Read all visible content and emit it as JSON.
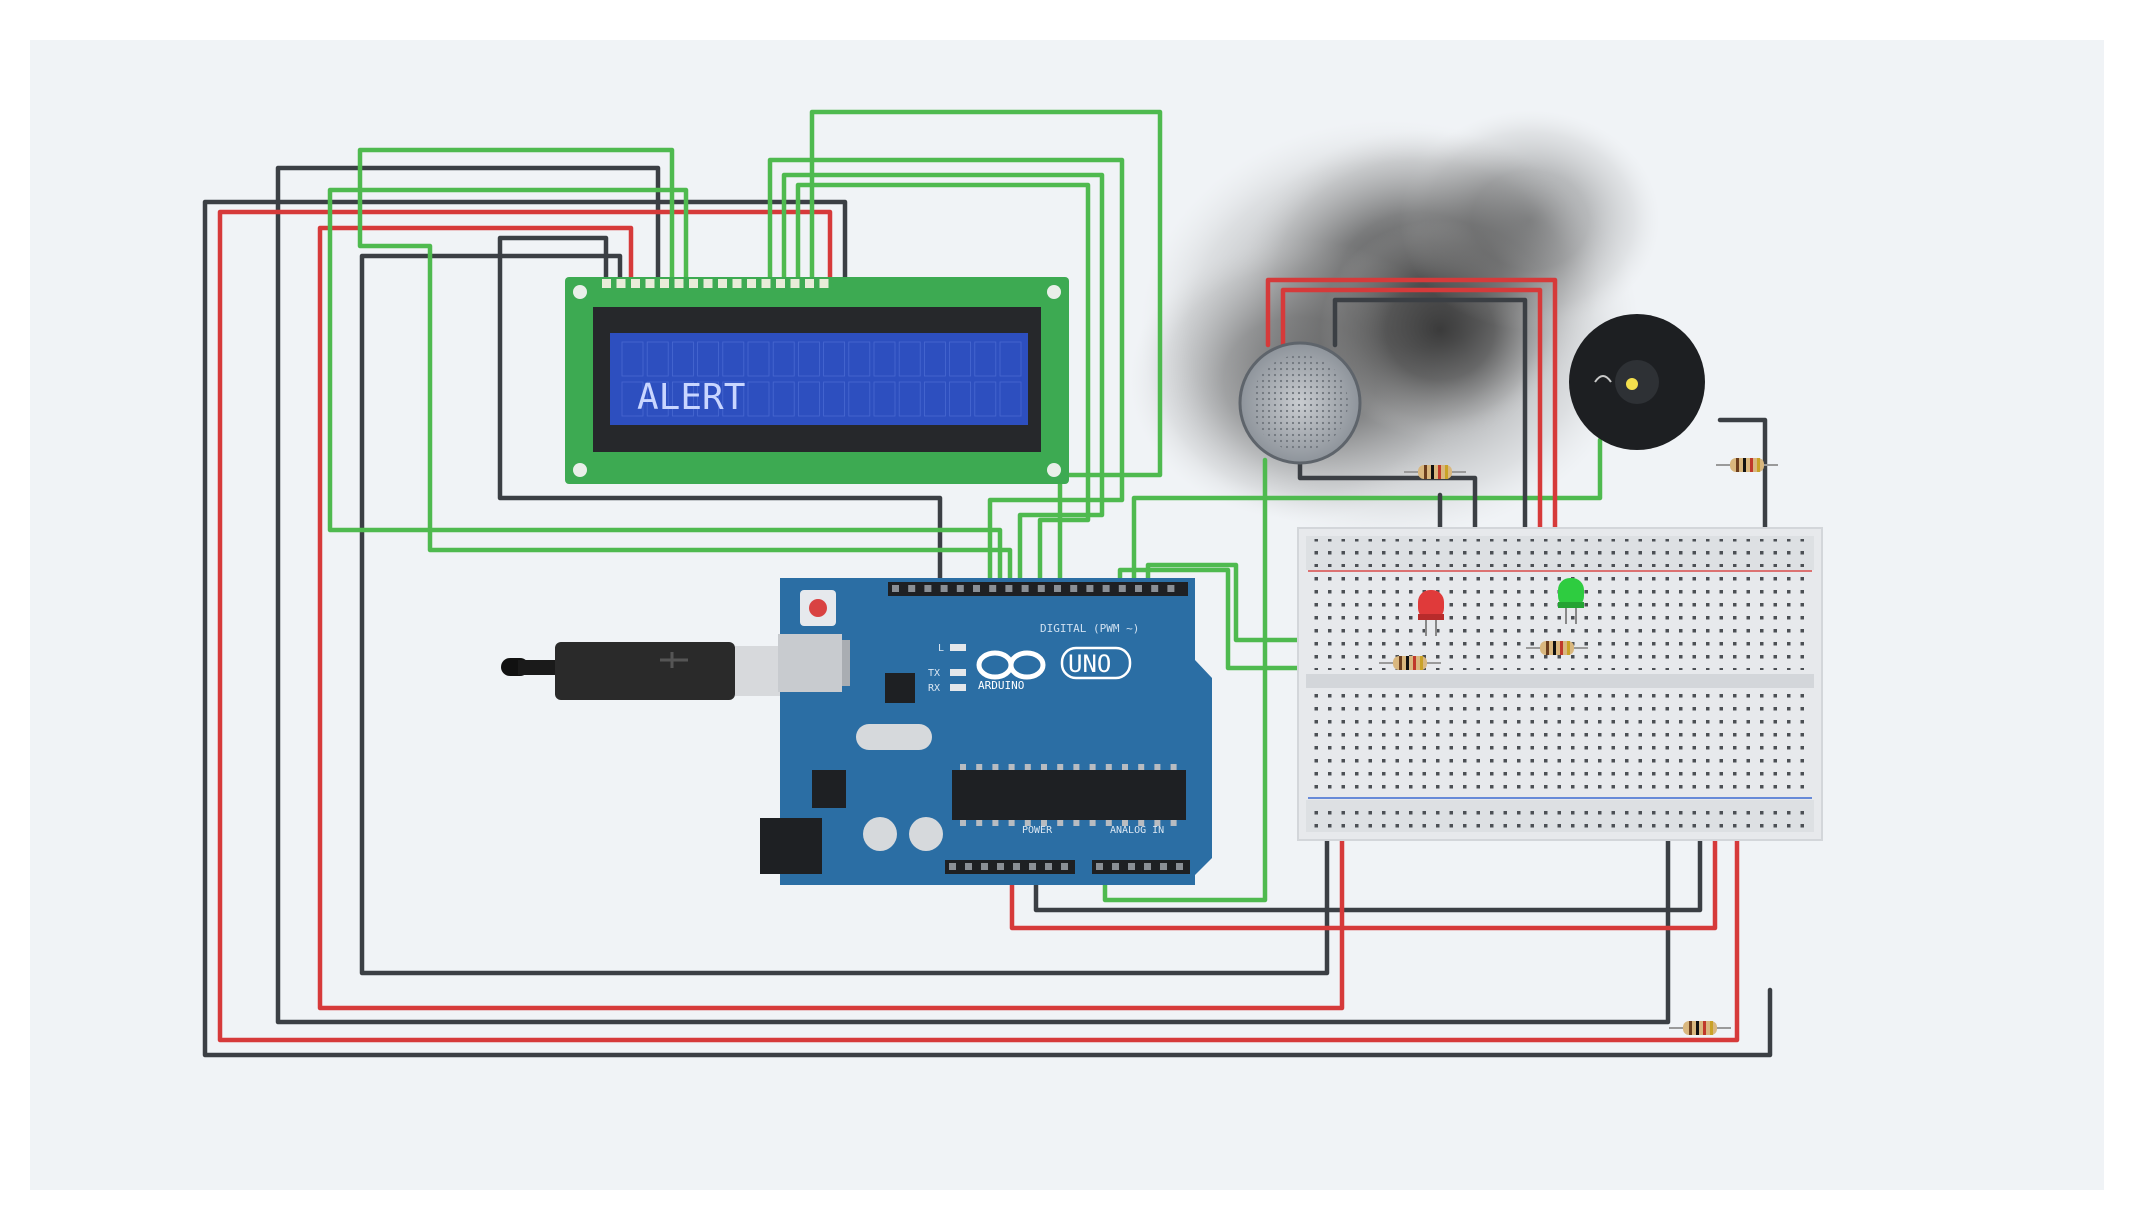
{
  "lcd": {
    "text": "ALERT"
  },
  "arduino": {
    "brand": "ARDUINO",
    "model": "UNO",
    "digital_label": "DIGITAL (PWM ~)",
    "power_label": "POWER",
    "analog_label": "ANALOG IN",
    "tx_label": "TX",
    "rx_label": "RX",
    "l_label": "L"
  },
  "colors": {
    "canvas": "#f0f3f6",
    "wire_green": "#4fba4f",
    "wire_red": "#d63a3a",
    "wire_black": "#3b3f44",
    "board_blue": "#2b6ea4",
    "lcd_pcb": "#3daa52",
    "lcd_screen": "#2d4fbf",
    "led_red": "#e03a3a",
    "led_green": "#2ecc40"
  },
  "components": [
    {
      "name": "lcd-16x2",
      "icon": "lcd-display-icon"
    },
    {
      "name": "arduino-uno",
      "icon": "microcontroller-board-icon"
    },
    {
      "name": "usb-cable",
      "icon": "usb-plug-icon"
    },
    {
      "name": "gas-sensor",
      "icon": "gas-sensor-icon"
    },
    {
      "name": "smoke-cloud",
      "icon": "smoke-icon"
    },
    {
      "name": "piezo-buzzer",
      "icon": "buzzer-icon"
    },
    {
      "name": "breadboard",
      "icon": "breadboard-icon"
    },
    {
      "name": "led-red",
      "icon": "led-icon"
    },
    {
      "name": "led-green",
      "icon": "led-icon"
    },
    {
      "name": "resistor",
      "icon": "resistor-icon"
    }
  ]
}
